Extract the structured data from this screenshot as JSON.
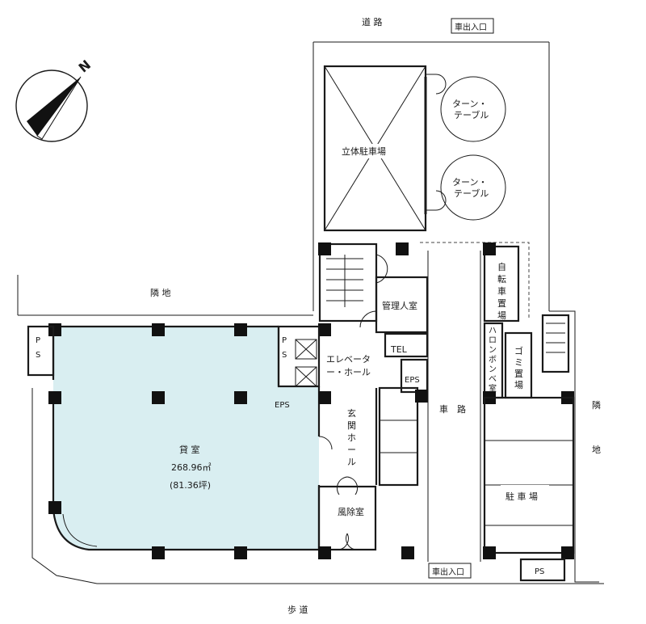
{
  "labels": {
    "road_top": "道 路",
    "car_gate_top": "車出入口",
    "car_gate_bottom": "車出入口",
    "turntable_1_line1": "ターン・",
    "turntable_1_line2": "テーブル",
    "turntable_2_line1": "ターン・",
    "turntable_2_line2": "テーブル",
    "multistory_parking": "立体駐車場",
    "neighbor_left": "隣 地",
    "neighbor_right_1": "隣",
    "neighbor_right_2": "地",
    "ps_left_1": "P",
    "ps_left_2": "S",
    "ps_mid_1": "P",
    "ps_mid_2": "S",
    "ps_bottom": "PS",
    "manager_room": "管理人室",
    "elevator_hall_line1": "エレベータ",
    "elevator_hall_line2": "ー・ホール",
    "tel": "TEL",
    "eps_right": "EPS",
    "eps_left": "EPS",
    "entrance_hall_1": "玄",
    "entrance_hall_2": "関",
    "entrance_hall_3": "ホ",
    "entrance_hall_4": "ー",
    "entrance_hall_5": "ル",
    "windbreak_room": "風除室",
    "rental_room": "貸 室",
    "rental_area_m2": "268.96㎡",
    "rental_area_tsubo": "(81.36坪)",
    "driveway_1": "車",
    "driveway_2": "路",
    "bicycle_1": "自",
    "bicycle_2": "転",
    "bicycle_3": "車",
    "bicycle_4": "置",
    "bicycle_5": "場",
    "halon_1": "ハ",
    "halon_2": "ロ",
    "halon_3": "ン",
    "halon_4": "ボ",
    "halon_5": "ン",
    "halon_6": "ベ",
    "halon_7": "室",
    "garbage_1": "ゴ",
    "garbage_2": "ミ",
    "garbage_3": "置",
    "garbage_4": "場",
    "parking": "駐 車 場",
    "sidewalk": "歩 道",
    "north": "N"
  },
  "colors": {
    "rental_fill": "#d9eef1",
    "ink": "#1a1a1a"
  }
}
